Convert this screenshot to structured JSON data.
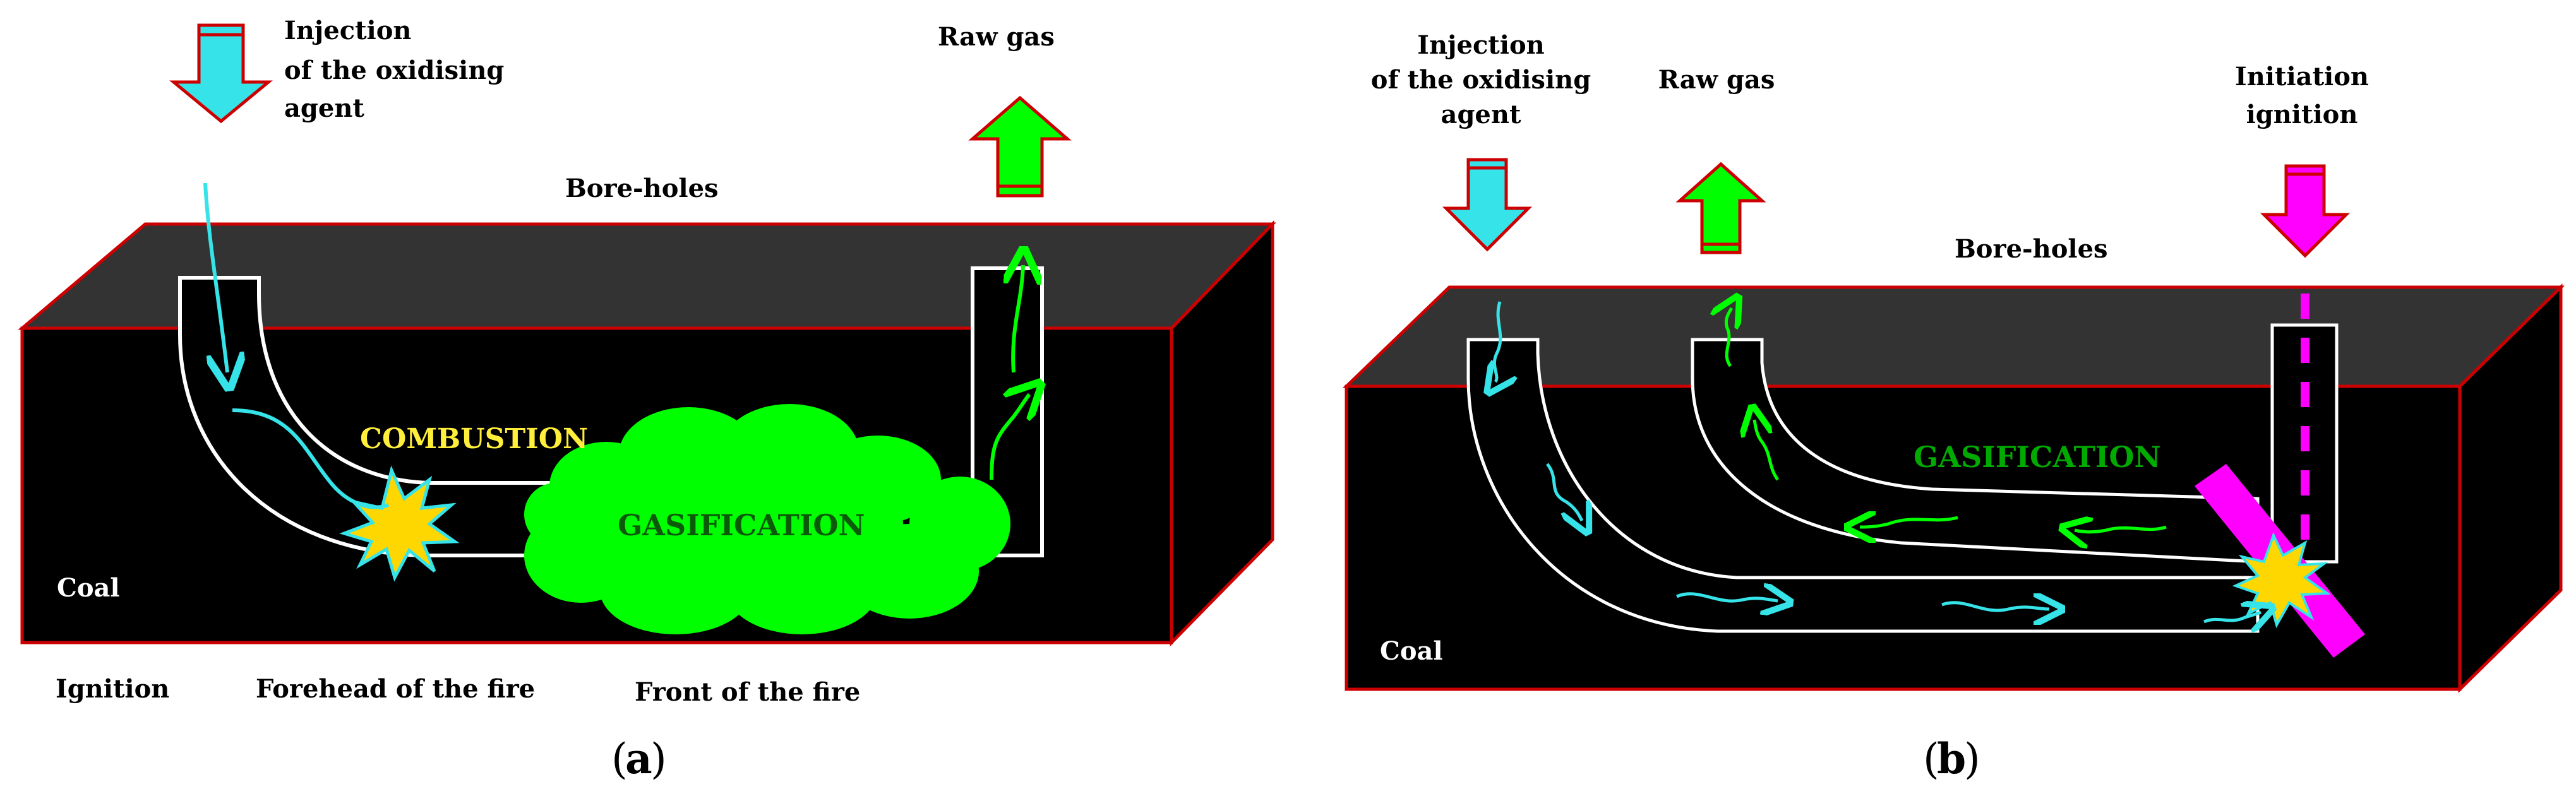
{
  "panel_a": {
    "caption_open": "(",
    "caption_letter": "a",
    "caption_close": ")",
    "injection_line1": "Injection",
    "injection_line2": "of the oxidising",
    "injection_line3": "agent",
    "raw_gas": "Raw gas",
    "bore_holes": "Bore-holes",
    "combustion": "COMBUSTION",
    "gasification": "GASIFICATION",
    "coal": "Coal",
    "ignition": "Ignition",
    "forehead": "Forehead of the fire",
    "front": "Front of the fire"
  },
  "panel_b": {
    "caption_open": "(",
    "caption_letter": "b",
    "caption_close": ")",
    "injection_line1": "Injection",
    "injection_line2": "of the oxidising",
    "injection_line3": "agent",
    "raw_gas": "Raw gas",
    "initiation_line1": "Initiation",
    "initiation_line2": "ignition",
    "bore_holes": "Bore-holes",
    "gasification": "GASIFICATION",
    "coal": "Coal"
  },
  "colors": {
    "coal_front": "#000000",
    "coal_top": "#333333",
    "edge": "#cc0000",
    "oxidiser": "#35e3e8",
    "gas": "#00ff00",
    "ignition": "#ff00ff",
    "flame": "#ffd700"
  }
}
